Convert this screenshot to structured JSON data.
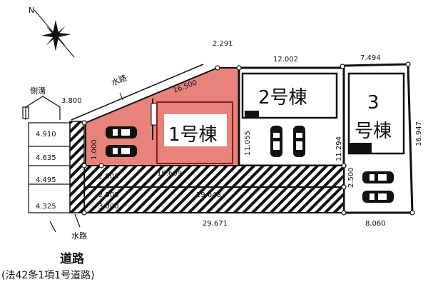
{
  "compass": {
    "north": "N"
  },
  "labels": {
    "waterway_top": "水路",
    "side_ditch": "側溝",
    "waterway_bottom": "水路",
    "road": "道路",
    "road_note": "(法42条1項1号道路)"
  },
  "buildings": {
    "b1": {
      "num": "1",
      "suffix": "号棟"
    },
    "b2": {
      "num": "2",
      "suffix": "号棟"
    },
    "b3": {
      "num": "3",
      "suffix": "号棟"
    }
  },
  "dimensions": {
    "top_2291": "2.291",
    "top_12002": "12.002",
    "top_7494": "7.494",
    "diag_16500": "16.500",
    "left_3800": "3.800",
    "road_4910": "4.910",
    "road_4635": "4.635",
    "road_4495": "4.495",
    "road_4325": "4.325",
    "v_1000": "1.000",
    "h_2000": "2.000",
    "h_15609": "15.609",
    "h_2500": "2.500",
    "h_29648": "29.648",
    "h_3000": "3.000",
    "bottom_29671": "29.671",
    "bottom_8060": "8.060",
    "v_11055": "11.055",
    "v_11294": "11.294",
    "v_2500": "2.500",
    "v_16947": "16.947"
  },
  "colors": {
    "lot1": "#e8837c",
    "line": "#111111"
  }
}
